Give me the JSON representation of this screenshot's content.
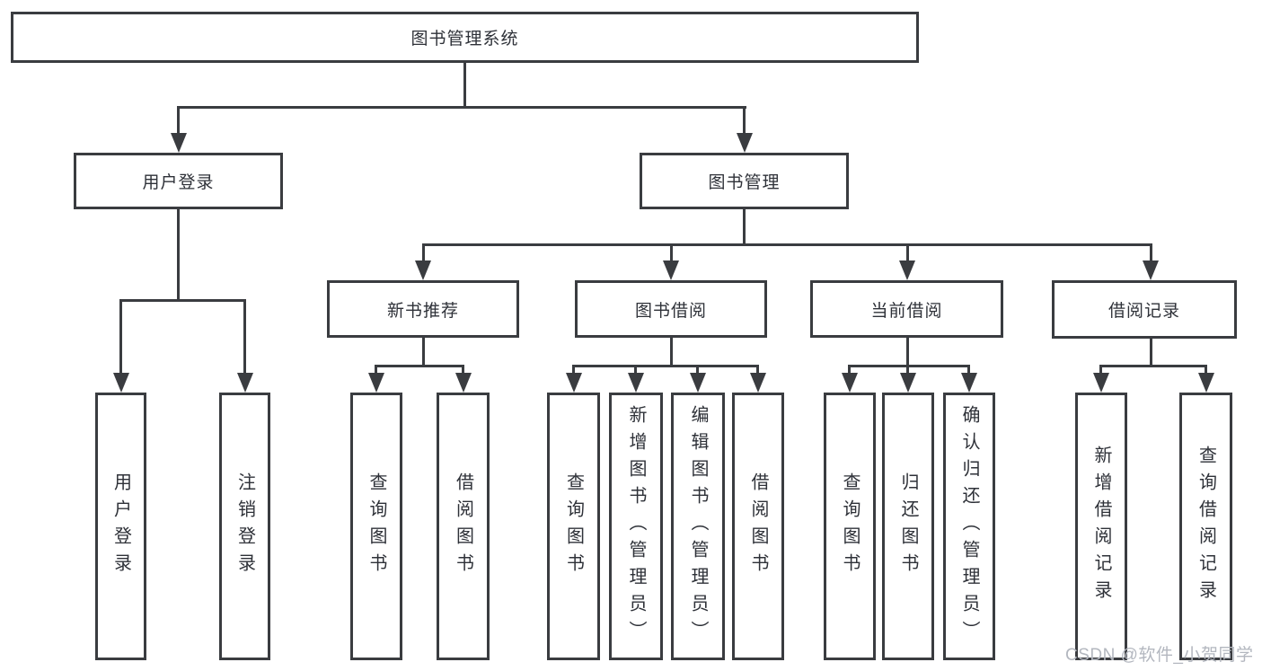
{
  "diagram": {
    "root": {
      "label": "图书管理系统"
    },
    "level2": {
      "user_login": {
        "label": "用户登录"
      },
      "book_mgmt": {
        "label": "图书管理"
      }
    },
    "level3": {
      "new_book_rec": {
        "label": "新书推荐"
      },
      "book_borrow": {
        "label": "图书借阅"
      },
      "current_borrow": {
        "label": "当前借阅"
      },
      "borrow_records": {
        "label": "借阅记录"
      }
    },
    "leaves": {
      "user_login_leaf": {
        "label": "用户登录"
      },
      "logout": {
        "label": "注销登录"
      },
      "rec_query_book": {
        "label": "查询图书"
      },
      "rec_borrow_book": {
        "label": "借阅图书"
      },
      "bb_query_book": {
        "label": "查询图书"
      },
      "bb_add_book": {
        "label": "新增图书（管理员）"
      },
      "bb_edit_book": {
        "label": "编辑图书（管理员）"
      },
      "bb_borrow_book": {
        "label": "借阅图书"
      },
      "cb_query_book": {
        "label": "查询图书"
      },
      "cb_return_book": {
        "label": "归还图书"
      },
      "cb_confirm_return": {
        "label": "确认归还（管理员）"
      },
      "br_add_record": {
        "label": "新增借阅记录"
      },
      "br_query_record": {
        "label": "查询借阅记录"
      }
    },
    "hierarchy": {
      "图书管理系统": [
        "用户登录",
        "图书管理"
      ],
      "用户登录": [
        "用户登录",
        "注销登录"
      ],
      "图书管理": [
        "新书推荐",
        "图书借阅",
        "当前借阅",
        "借阅记录"
      ],
      "新书推荐": [
        "查询图书",
        "借阅图书"
      ],
      "图书借阅": [
        "查询图书",
        "新增图书（管理员）",
        "编辑图书（管理员）",
        "借阅图书"
      ],
      "当前借阅": [
        "查询图书",
        "归还图书",
        "确认归还（管理员）"
      ],
      "借阅记录": [
        "新增借阅记录",
        "查询借阅记录"
      ]
    },
    "colors": {
      "line": "#3a3c40",
      "text": "#2e3138",
      "background": "#ffffff"
    }
  },
  "watermark": {
    "text": "CSDN @软件_小贺同学",
    "color": "#b3b7bf"
  }
}
